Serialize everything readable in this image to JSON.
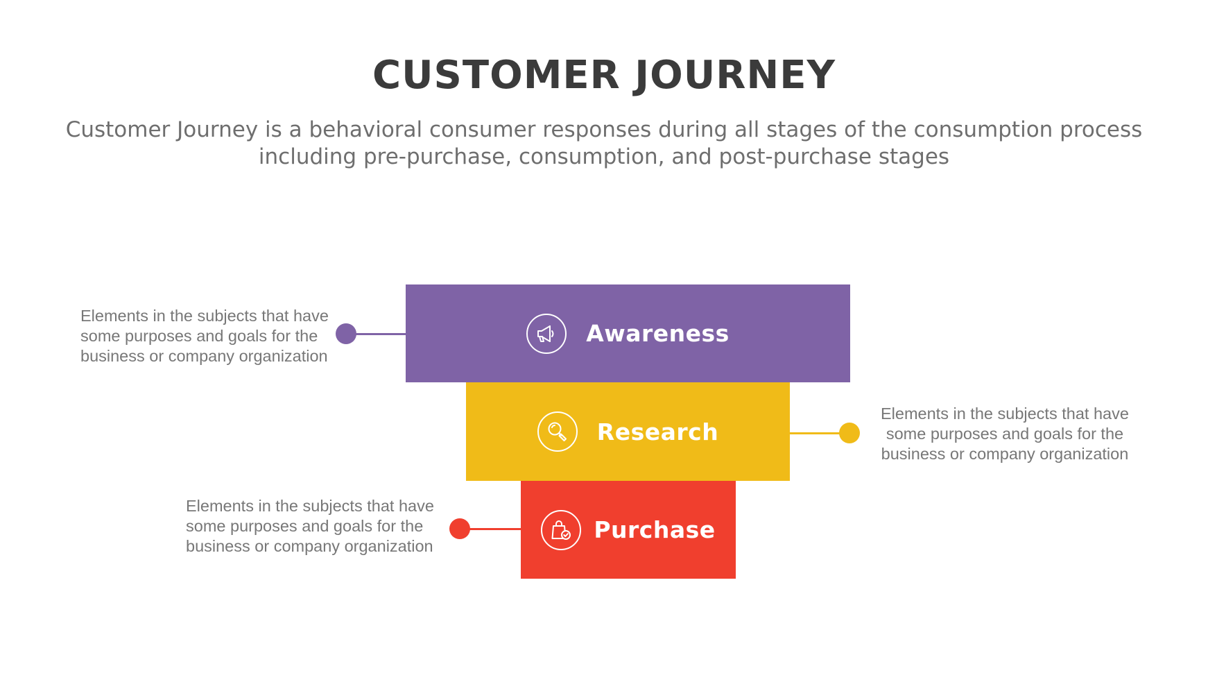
{
  "header": {
    "title": "CUSTOMER JOURNEY",
    "subtitle_lines": [
      "Customer Journey is a behavioral consumer responses during all stages of the consumption process",
      "including pre-purchase, consumption, and post-purchase stages"
    ]
  },
  "stages": [
    {
      "label": "Awareness",
      "icon": "megaphone-icon",
      "color": "#7f63a6",
      "description_lines": [
        "Elements in the subjects that have",
        "some purposes and goals for the",
        "business or company organization"
      ]
    },
    {
      "label": "Research",
      "icon": "magnifier-icon",
      "color": "#f0bb18",
      "description_lines": [
        "Elements in the subjects that have",
        "some purposes and goals for the",
        "business or company organization"
      ]
    },
    {
      "label": "Purchase",
      "icon": "shopping-bag-check-icon",
      "color": "#f03f2e",
      "description_lines": [
        "Elements in the subjects that have",
        "some purposes and goals for the",
        "business or company organization"
      ]
    }
  ]
}
